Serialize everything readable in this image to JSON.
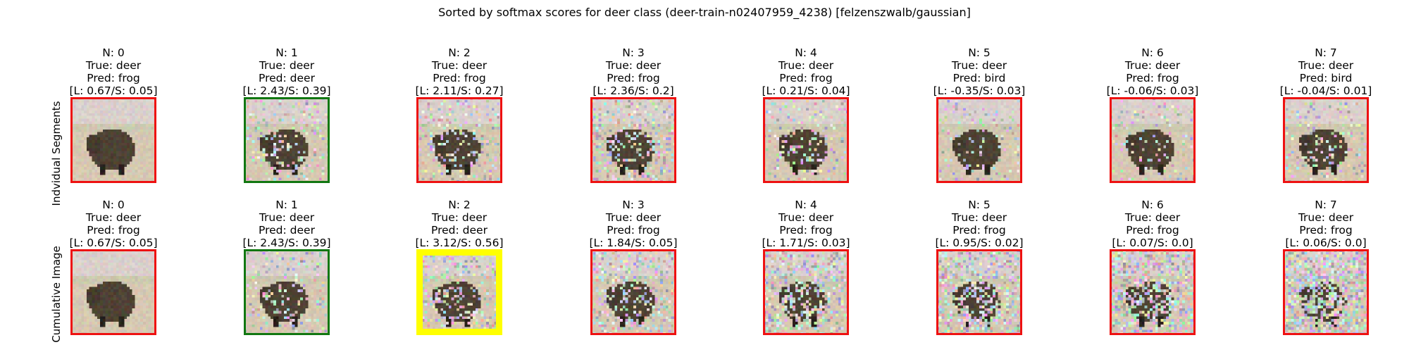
{
  "figure": {
    "title": "Sorted by softmax scores for deer class (deer-train-n02407959_4238) [felzenszwalb/gaussian]"
  },
  "colors": {
    "incorrect": "#ee1111",
    "correct": "#117711",
    "best": "#ffff00"
  },
  "rows": [
    {
      "label": "Indvidual Segments",
      "panels": [
        {
          "n": "N: 0",
          "true": "True: deer",
          "pred": "Pred: frog",
          "scores": "[L: 0.67/S: 0.05]",
          "border": "incorrect"
        },
        {
          "n": "N: 1",
          "true": "True: deer",
          "pred": "Pred: deer",
          "scores": "[L: 2.43/S: 0.39]",
          "border": "correct"
        },
        {
          "n": "N: 2",
          "true": "True: deer",
          "pred": "Pred: frog",
          "scores": "[L: 2.11/S: 0.27]",
          "border": "incorrect"
        },
        {
          "n": "N: 3",
          "true": "True: deer",
          "pred": "Pred: frog",
          "scores": "[L: 2.36/S: 0.2]",
          "border": "incorrect"
        },
        {
          "n": "N: 4",
          "true": "True: deer",
          "pred": "Pred: frog",
          "scores": "[L: 0.21/S: 0.04]",
          "border": "incorrect"
        },
        {
          "n": "N: 5",
          "true": "True: deer",
          "pred": "Pred: bird",
          "scores": "[L: -0.35/S: 0.03]",
          "border": "incorrect"
        },
        {
          "n": "N: 6",
          "true": "True: deer",
          "pred": "Pred: frog",
          "scores": "[L: -0.06/S: 0.03]",
          "border": "incorrect"
        },
        {
          "n": "N: 7",
          "true": "True: deer",
          "pred": "Pred: bird",
          "scores": "[L: -0.04/S: 0.01]",
          "border": "incorrect"
        }
      ]
    },
    {
      "label": "Cumulative Image",
      "panels": [
        {
          "n": "N: 0",
          "true": "True: deer",
          "pred": "Pred: frog",
          "scores": "[L: 0.67/S: 0.05]",
          "border": "incorrect"
        },
        {
          "n": "N: 1",
          "true": "True: deer",
          "pred": "Pred: deer",
          "scores": "[L: 2.43/S: 0.39]",
          "border": "correct"
        },
        {
          "n": "N: 2",
          "true": "True: deer",
          "pred": "Pred: deer",
          "scores": "[L: 3.12/S: 0.56]",
          "border": "best"
        },
        {
          "n": "N: 3",
          "true": "True: deer",
          "pred": "Pred: frog",
          "scores": "[L: 1.84/S: 0.05]",
          "border": "incorrect"
        },
        {
          "n": "N: 4",
          "true": "True: deer",
          "pred": "Pred: frog",
          "scores": "[L: 1.71/S: 0.03]",
          "border": "incorrect"
        },
        {
          "n": "N: 5",
          "true": "True: deer",
          "pred": "Pred: frog",
          "scores": "[L: 0.95/S: 0.02]",
          "border": "incorrect"
        },
        {
          "n": "N: 6",
          "true": "True: deer",
          "pred": "Pred: frog",
          "scores": "[L: 0.07/S: 0.0]",
          "border": "incorrect"
        },
        {
          "n": "N: 7",
          "true": "True: deer",
          "pred": "Pred: frog",
          "scores": "[L: 0.06/S: 0.0]",
          "border": "incorrect"
        }
      ]
    }
  ]
}
